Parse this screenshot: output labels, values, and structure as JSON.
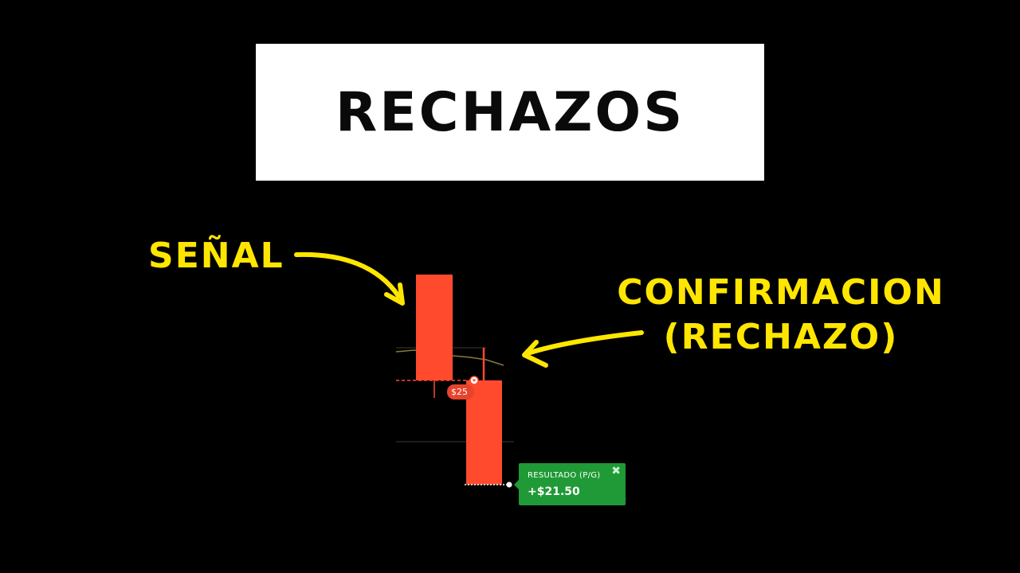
{
  "title": "RECHAZOS",
  "annotations": {
    "signal": "SEÑAL",
    "confirmation_line1": "CONFIRMACION",
    "confirmation_line2": "(RECHAZO)"
  },
  "trade": {
    "price_tag": "$25",
    "result_label": "RESULTADO (P/G)",
    "result_value": "+$21.50",
    "close_symbol": "✖"
  },
  "colors": {
    "background": "#000000",
    "title_box": "#ffffff",
    "annotation_yellow": "#ffe600",
    "candle_bearish": "#ff4a2e",
    "result_green": "#1f9a36"
  }
}
